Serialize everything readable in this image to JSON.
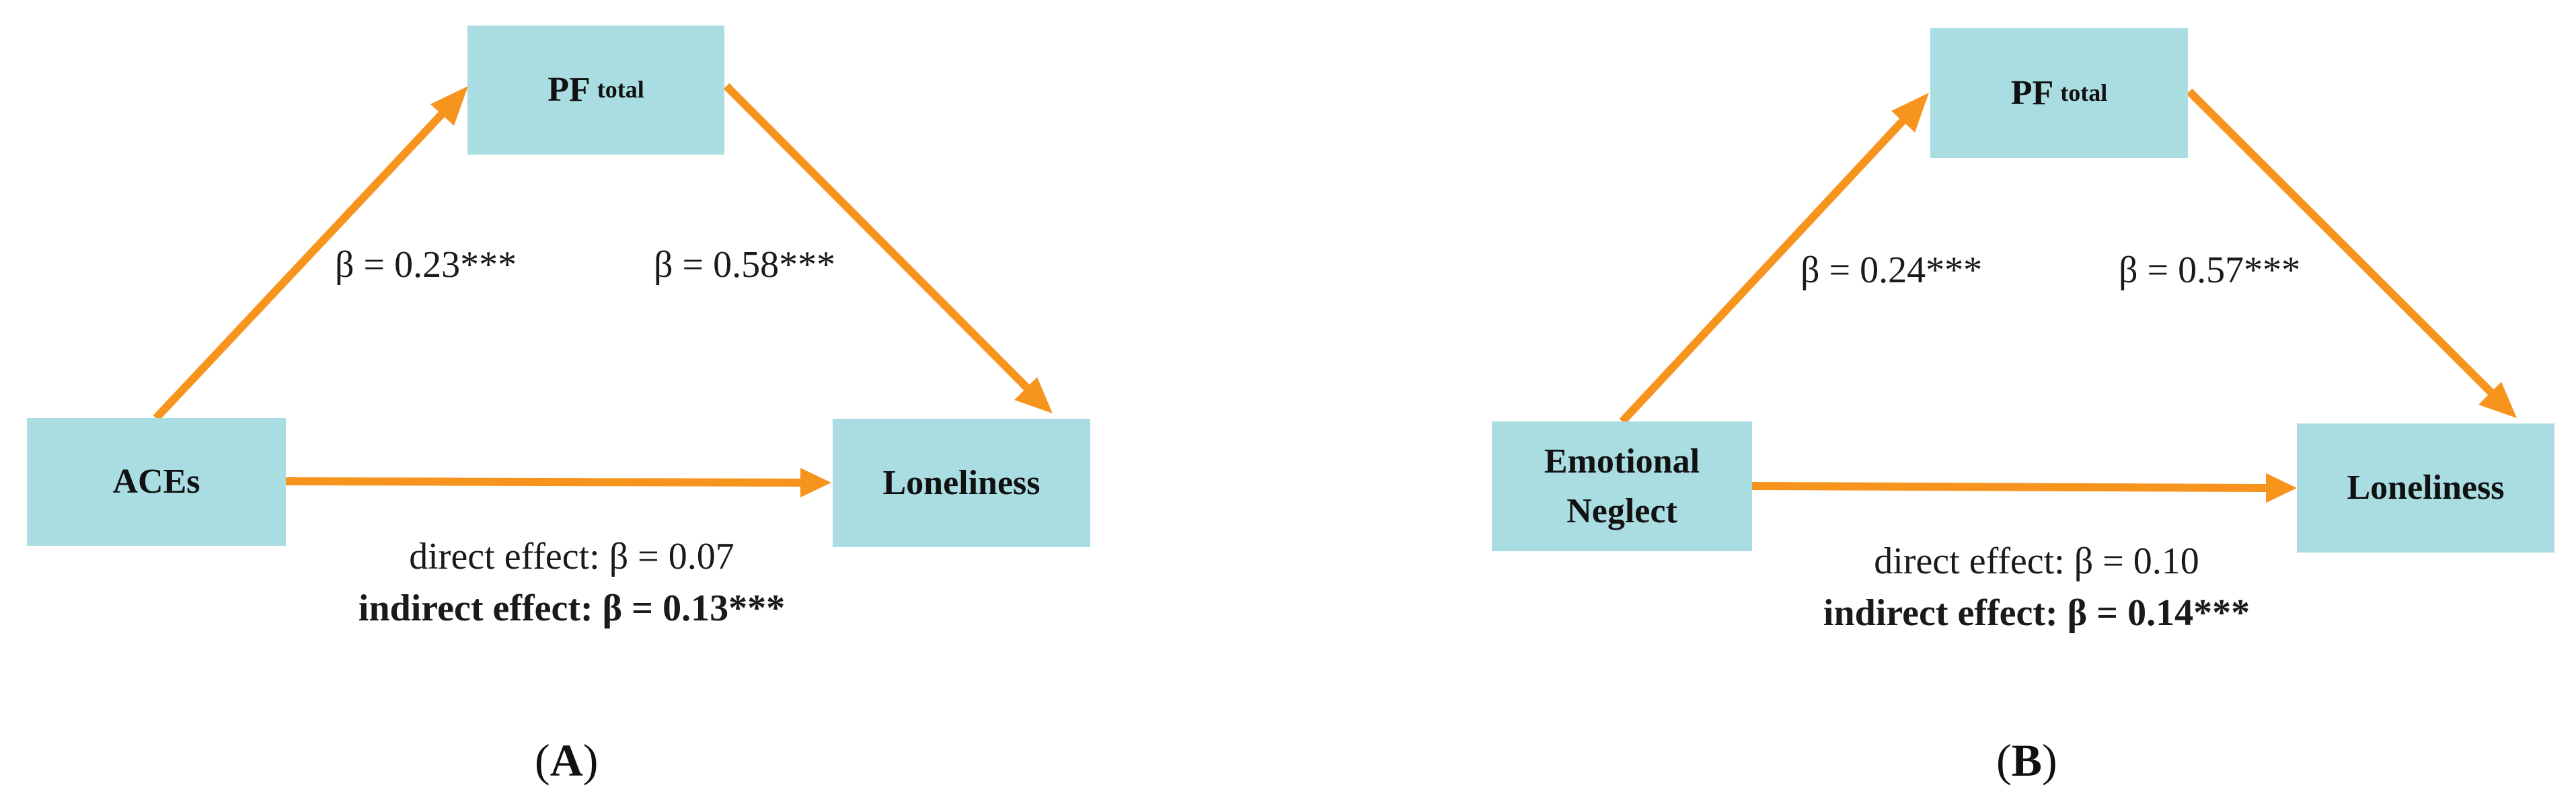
{
  "colors": {
    "node_fill": "#a9dde1",
    "arrow": "#f7941d",
    "text": "#1a1a1a"
  },
  "panels": [
    {
      "letter": "A",
      "mediator": {
        "label": "PF",
        "sub": "total"
      },
      "predictor": {
        "label": "ACEs"
      },
      "outcome": {
        "label": "Loneliness"
      },
      "path_a": "β = 0.23***",
      "path_b": "β = 0.58***",
      "direct_label": "direct effect:",
      "direct_value": "β = 0.07",
      "indirect_label": "indirect effect:",
      "indirect_value": "β = 0.13***"
    },
    {
      "letter": "B",
      "mediator": {
        "label": "PF",
        "sub": "total"
      },
      "predictor": {
        "label": "Emotional\nNeglect"
      },
      "outcome": {
        "label": "Loneliness"
      },
      "path_a": "β = 0.24***",
      "path_b": "β = 0.57***",
      "direct_label": "direct effect:",
      "direct_value": "β = 0.10",
      "indirect_label": "indirect effect:",
      "indirect_value": "β = 0.14***"
    }
  ]
}
